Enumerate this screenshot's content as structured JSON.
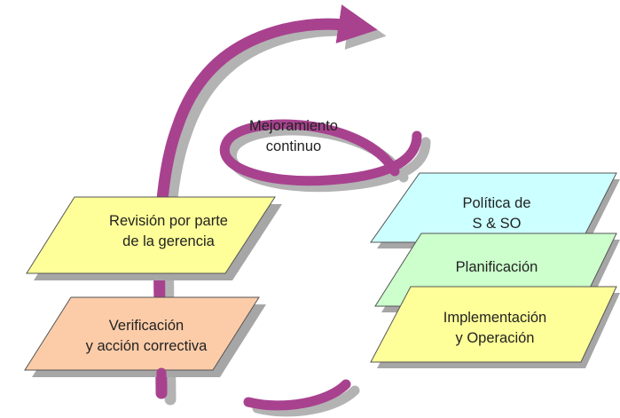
{
  "cycle": {
    "center_label": [
      "Mejoramiento",
      "continuo"
    ],
    "arrow_color": "#a8428f",
    "shadow_color": "#b3b3b3"
  },
  "stages": [
    {
      "name": "revision",
      "lines": [
        "Revisión por parte",
        "de la gerencia"
      ],
      "fill": "#ffff99"
    },
    {
      "name": "verificacion",
      "lines": [
        "Verificación",
        "y acción correctiva"
      ],
      "fill": "#fccca8"
    },
    {
      "name": "politica",
      "lines": [
        "Política de",
        "S & SO"
      ],
      "fill": "#ccffff"
    },
    {
      "name": "planificacion",
      "lines": [
        "Planificación"
      ],
      "fill": "#ccffcc"
    },
    {
      "name": "implementacion",
      "lines": [
        "Implementación",
        "y Operación"
      ],
      "fill": "#ffff99"
    }
  ]
}
